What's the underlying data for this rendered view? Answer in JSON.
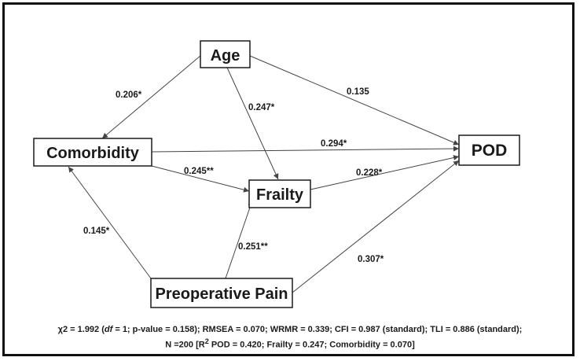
{
  "nodes": {
    "age": "Age",
    "comorbidity": "Comorbidity",
    "frailty": "Frailty",
    "pod": "POD",
    "pain": "Preoperative Pain"
  },
  "edges": {
    "age_comorbidity": "0.206*",
    "age_frailty": "0.247*",
    "age_pod": "0.135",
    "comorbidity_pod": "0.294*",
    "comorbidity_frailty": "0.245**",
    "frailty_pod": "0.228*",
    "pain_comorbidity": "0.145*",
    "pain_frailty": "0.251**",
    "pain_pod": "0.307*"
  },
  "footer": {
    "line1": {
      "chi2": "χ2 = 1.992 (",
      "df_label": "df",
      "df_rest": " = 1; p-value = 0.158); RMSEA = 0.070; WRMR = 0.339; CFI = 0.987 (standard); TLI = 0.886 (standard);"
    },
    "line2": {
      "n_prefix": "N =200 [R",
      "r2_sup": "2",
      "rest": " POD = 0.420; Frailty = 0.247; Comorbidity = 0.070]"
    }
  }
}
